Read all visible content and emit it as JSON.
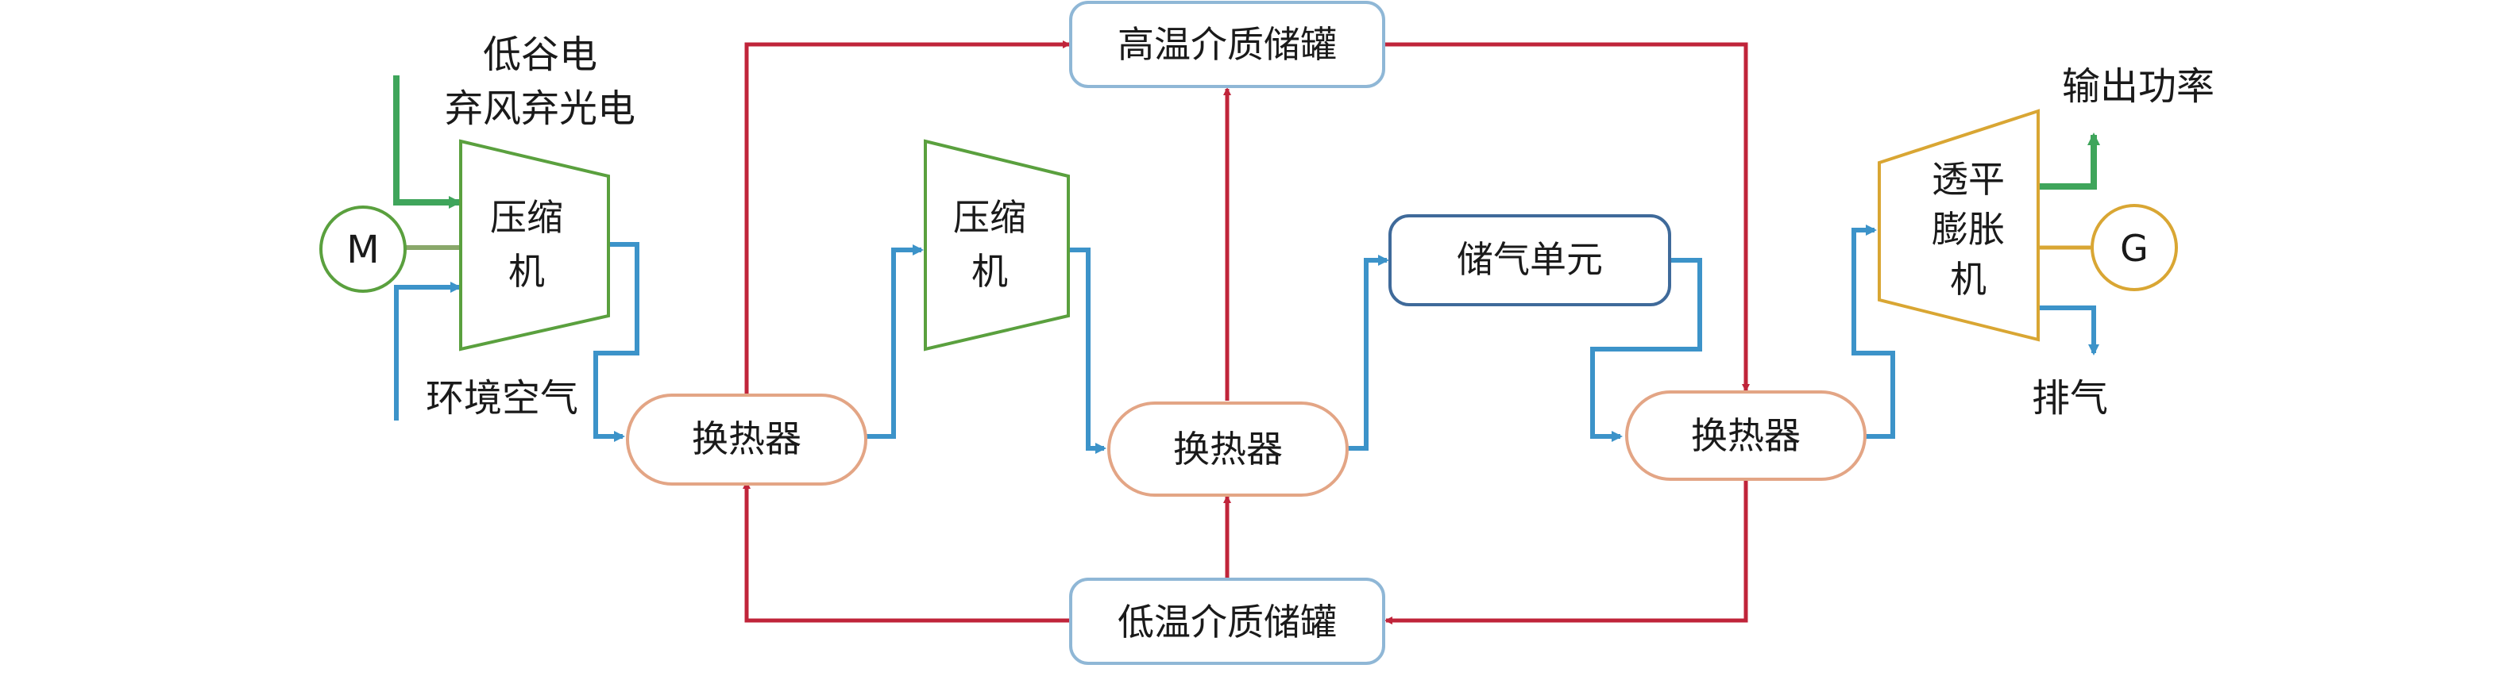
{
  "labels": {
    "energy_input_line1": "低谷电",
    "energy_input_line2": "弃风弃光电",
    "ambient_air": "环境空气",
    "motor": "M",
    "compressor1_line1": "压缩",
    "compressor1_line2": "机",
    "heat_exchanger1": "换热器",
    "compressor2_line1": "压缩",
    "compressor2_line2": "机",
    "heat_exchanger2": "换热器",
    "high_temp_tank": "高温介质储罐",
    "low_temp_tank": "低温介质储罐",
    "air_storage": "储气单元",
    "heat_exchanger3": "换热器",
    "turbine_line1": "透平",
    "turbine_line2": "膨胀",
    "turbine_line3": "机",
    "generator": "G",
    "output_power": "输出功率",
    "exhaust": "排气"
  },
  "colors": {
    "green_flow": "#3fa55b",
    "blue_flow": "#3c93c9",
    "red_flow": "#c0243a",
    "compressor_outline": "#5aa03e",
    "heat_exchanger_outline": "#e3a585",
    "tank_outline": "#8fb7d6",
    "storage_outline": "#3f6a9a",
    "turbine_outline": "#d9a633"
  }
}
